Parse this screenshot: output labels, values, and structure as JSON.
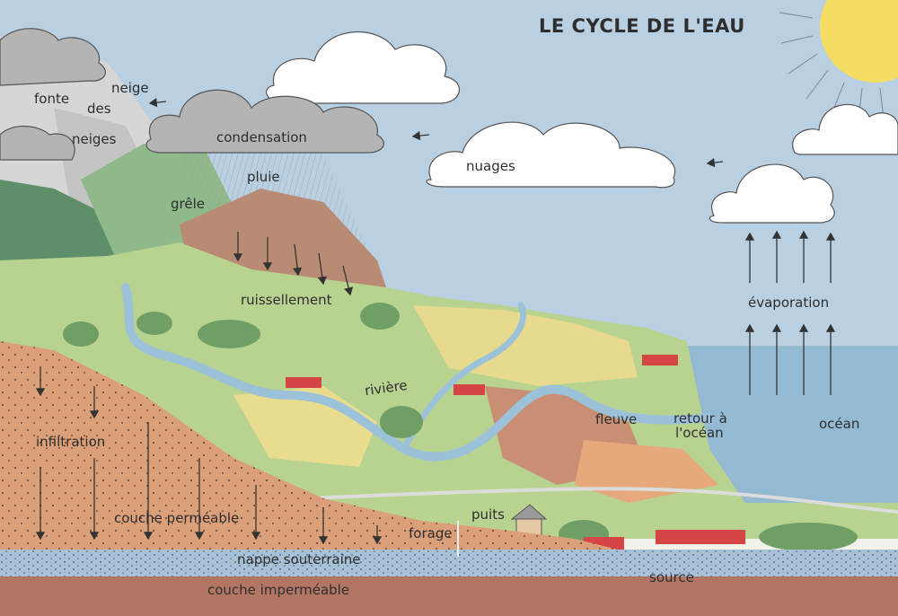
{
  "title": "LE CYCLE DE L'EAU",
  "labels": {
    "neige": "neige",
    "fonte": "fonte",
    "des": "des",
    "neiges": "neiges",
    "condensation": "condensation",
    "nuages": "nuages",
    "pluie": "pluie",
    "grele": "grêle",
    "ruissellement": "ruissellement",
    "evaporation": "évaporation",
    "riviere": "rivière",
    "fleuve": "fleuve",
    "retour_1": "retour à",
    "retour_2": "l'océan",
    "ocean": "océan",
    "infiltration": "infiltration",
    "couche_permeable": "couche perméable",
    "puits": "puits",
    "forage": "forage",
    "nappe": "nappe souterraine",
    "source": "source",
    "couche_impermeable": "couche imperméable"
  },
  "colors": {
    "sky": "#b9cfe2",
    "sea": "#94b9d3",
    "sun": "#f5dc62",
    "cloud_white": "#ffffff",
    "cloud_grey": "#b4b4b4",
    "mountain": "#d4d4d4",
    "meadow": "#b8d38f",
    "forest": "#6f9f66",
    "river": "#9cc2da",
    "soil": "#dba079",
    "clay": "#b37665",
    "aquifer": "#a9c1d6"
  }
}
